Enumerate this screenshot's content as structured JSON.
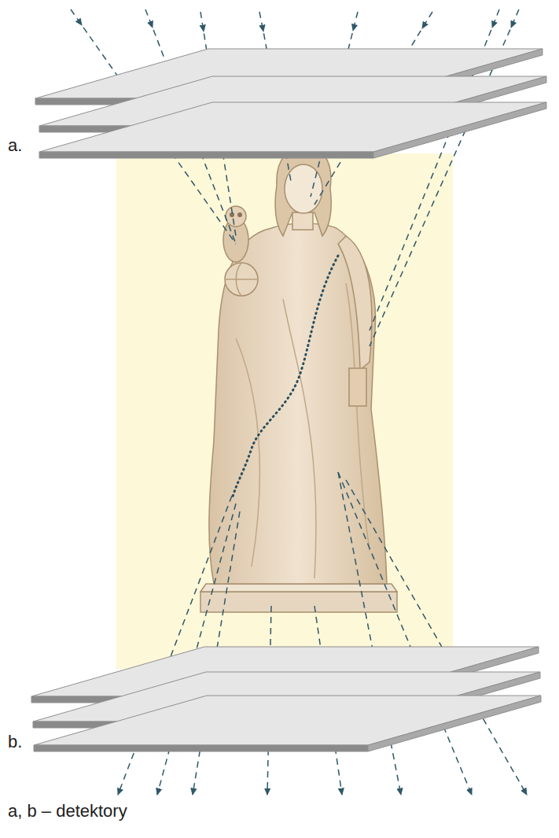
{
  "diagram": {
    "labels": [
      "a.",
      "b.",
      "a, b – detektory"
    ]
  }
}
